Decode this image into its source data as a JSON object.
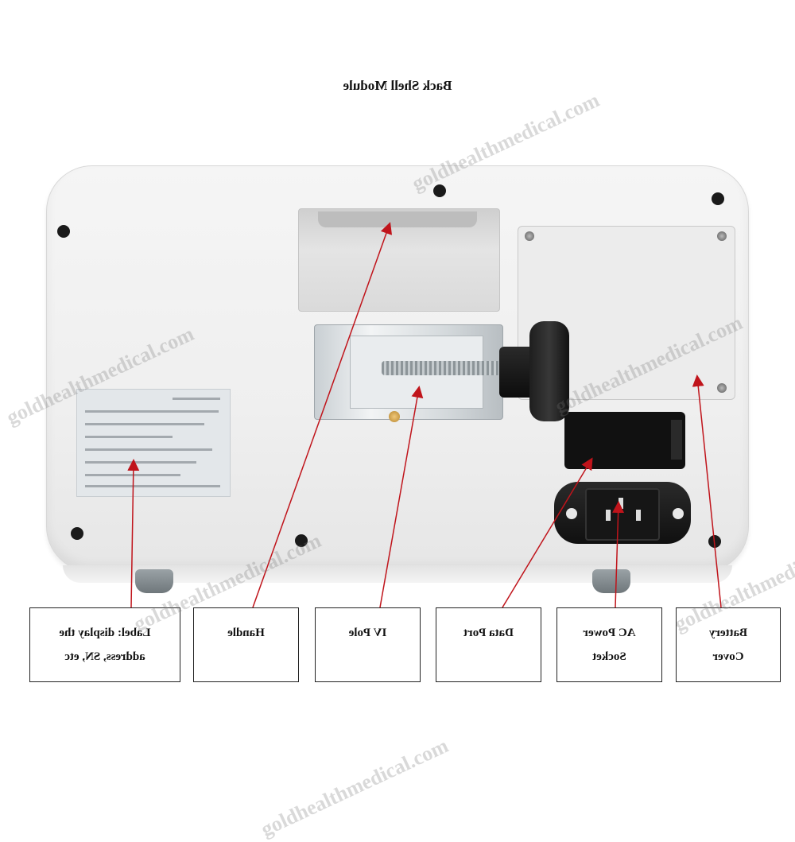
{
  "title": "Back Shell Module",
  "callouts": {
    "label": "Label: display the\naddress, SN, etc",
    "handle": "Handle",
    "iv_pole": "IV Pole",
    "data_port": "Data Port",
    "ac_power": "AC   Power\nSocket",
    "battery": "Battery\nCover"
  },
  "watermark": "goldhealthmedical.com",
  "leader_color": "#c0141b"
}
